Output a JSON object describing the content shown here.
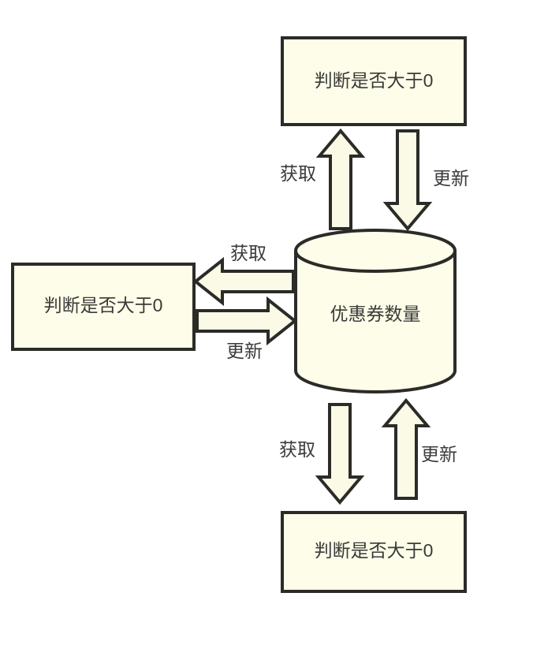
{
  "diagram": {
    "title_text": "",
    "colors": {
      "background": "#ffffff",
      "shape_fill": "#fdfde9",
      "arrow_fill": "#fafae6",
      "stroke": "#2b2b28",
      "text": "#3a3a38"
    },
    "nodes": [
      {
        "id": "top-process",
        "shape": "rectangle",
        "label": "判断是否大于0"
      },
      {
        "id": "left-process",
        "shape": "rectangle",
        "label": "判断是否大于0"
      },
      {
        "id": "bottom-process",
        "shape": "rectangle",
        "label": "判断是否大于0"
      },
      {
        "id": "datastore",
        "shape": "cylinder",
        "label": "优惠券数量"
      }
    ],
    "edges": [
      {
        "id": "datastore-to-top",
        "label": "获取",
        "direction": "up",
        "from": "datastore",
        "to": "top-process"
      },
      {
        "id": "top-to-datastore",
        "label": "更新",
        "direction": "down",
        "from": "top-process",
        "to": "datastore"
      },
      {
        "id": "datastore-to-left",
        "label": "获取",
        "direction": "left",
        "from": "datastore",
        "to": "left-process"
      },
      {
        "id": "left-to-datastore",
        "label": "更新",
        "direction": "right",
        "from": "left-process",
        "to": "datastore"
      },
      {
        "id": "datastore-to-bottom",
        "label": "获取",
        "direction": "down",
        "from": "datastore",
        "to": "bottom-process"
      },
      {
        "id": "bottom-to-datastore",
        "label": "更新",
        "direction": "up",
        "from": "bottom-process",
        "to": "datastore"
      }
    ]
  }
}
